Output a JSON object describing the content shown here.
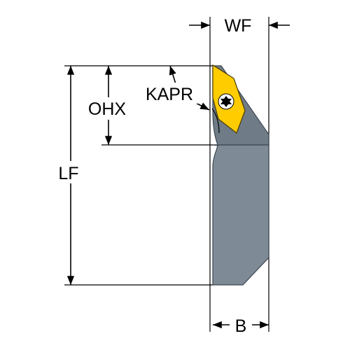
{
  "labels": {
    "wf": "WF",
    "ohx": "OHX",
    "kapr": "KAPR",
    "lf": "LF",
    "b": "B"
  },
  "colors": {
    "background": "#ffffff",
    "holder_body": "#7e8a96",
    "holder_top": "#6f7b86",
    "holder_outline": "#3e4852",
    "insert": "#ffcc00",
    "insert_outline": "#4a3c00",
    "screw": "#ffffff",
    "dimension_lines": "#000000"
  },
  "icons": {
    "screw": "torx-screw-icon"
  }
}
